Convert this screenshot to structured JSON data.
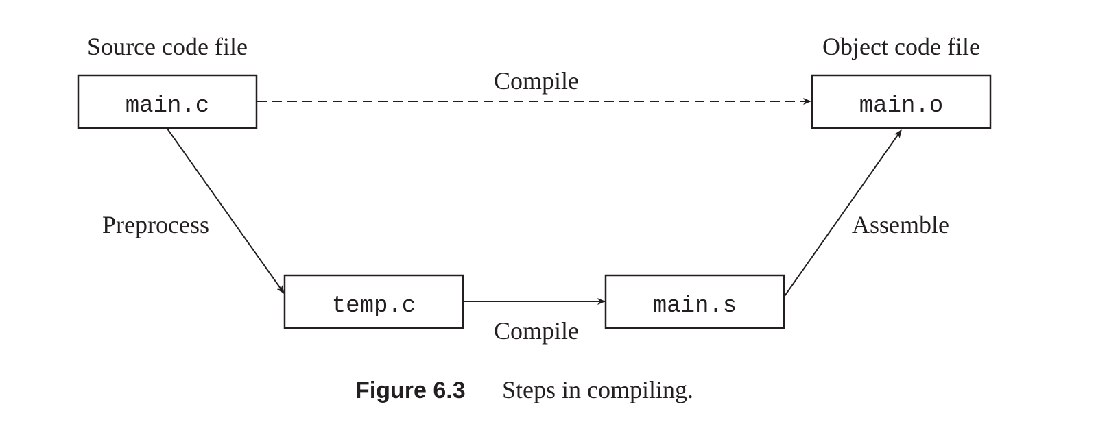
{
  "labels": {
    "source": "Source code file",
    "object": "Object code file"
  },
  "nodes": {
    "main_c": "main.c",
    "temp_c": "temp.c",
    "main_s": "main.s",
    "main_o": "main.o"
  },
  "edges": {
    "compile_direct": "Compile",
    "preprocess": "Preprocess",
    "compile": "Compile",
    "assemble": "Assemble"
  },
  "caption": {
    "label": "Figure 6.3",
    "text": "Steps in compiling."
  },
  "colors": {
    "ink": "#231f20",
    "background": "#ffffff"
  }
}
